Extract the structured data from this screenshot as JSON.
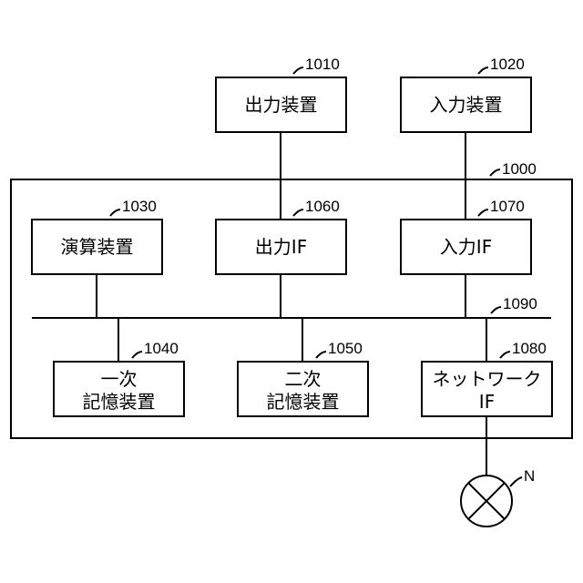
{
  "colors": {
    "stroke": "#000000",
    "background": "#ffffff"
  },
  "computer": {
    "ref": "1000"
  },
  "output_device": {
    "label": "出力装置",
    "ref": "1010"
  },
  "input_device": {
    "label": "入力装置",
    "ref": "1020"
  },
  "arithmetic_unit": {
    "label": "演算装置",
    "ref": "1030"
  },
  "output_if": {
    "label": "出力IF",
    "ref": "1060"
  },
  "input_if": {
    "label": "入力IF",
    "ref": "1070"
  },
  "bus": {
    "ref": "1090"
  },
  "primary_storage": {
    "label_line1": "一次",
    "label_line2": "記憶装置",
    "ref": "1040"
  },
  "secondary_storage": {
    "label_line1": "二次",
    "label_line2": "記憶装置",
    "ref": "1050"
  },
  "network_if": {
    "label_line1": "ネットワーク",
    "label_line2": "IF",
    "ref": "1080"
  },
  "network": {
    "ref": "N",
    "icon": "network-circle-x-icon"
  }
}
